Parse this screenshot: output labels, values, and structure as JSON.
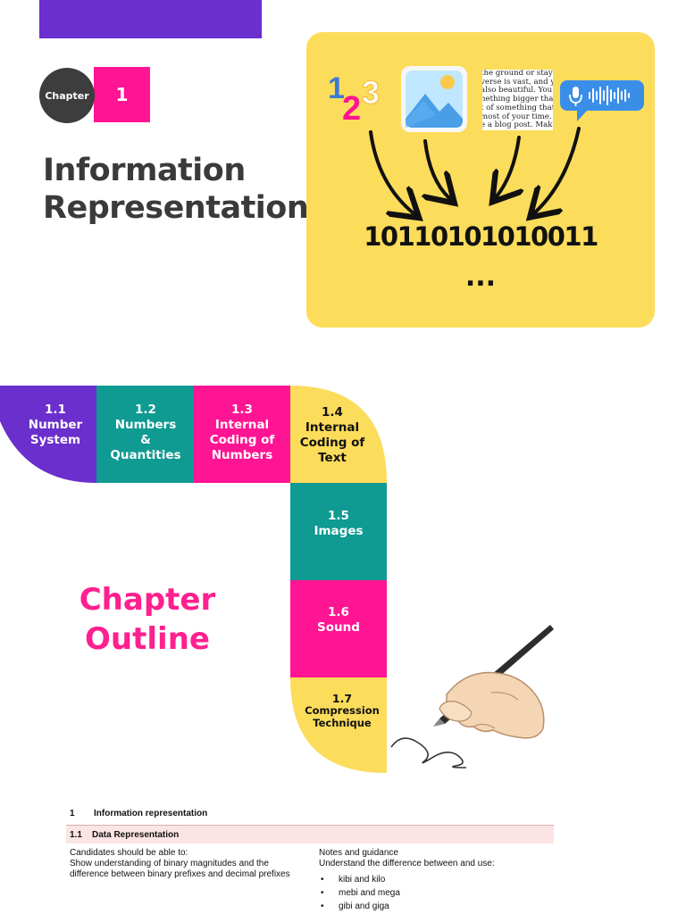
{
  "header": {
    "chapter_label": "Chapter",
    "chapter_number": "1",
    "title_line1": "Information",
    "title_line2": "Representation"
  },
  "illustration": {
    "number_digits": [
      "1",
      "2",
      "3"
    ],
    "text_snippet_lines": [
      "the ground or stays",
      "verse is vast, and you",
      "also beautiful. You a",
      "nething bigger than y",
      "t of something that m",
      "most of your time. Ta",
      "e a blog post. Make a"
    ],
    "binary": "10110101010011",
    "ellipsis": "...",
    "icons": [
      "numbers-icon",
      "image-icon",
      "text-snippet",
      "voice-message-icon",
      "arrow-icon"
    ]
  },
  "outline": {
    "title_line1": "Chapter",
    "title_line2": "Outline",
    "sections": [
      {
        "number": "1.1",
        "lines": [
          "Number",
          "System"
        ]
      },
      {
        "number": "1.2",
        "lines": [
          "Numbers",
          "&",
          "Quantities"
        ]
      },
      {
        "number": "1.3",
        "lines": [
          "Internal",
          "Coding of",
          "Numbers"
        ]
      },
      {
        "number": "1.4",
        "lines": [
          "Internal",
          "Coding of",
          "Text"
        ]
      },
      {
        "number": "1.5",
        "lines": [
          "Images"
        ]
      },
      {
        "number": "1.6",
        "lines": [
          "Sound"
        ]
      },
      {
        "number": "1.7",
        "lines": [
          "Compression",
          "Technique"
        ]
      }
    ],
    "colors": {
      "purple": "#6a2fcc",
      "teal": "#0f9a92",
      "pink": "#ff1493",
      "yellow": "#fcdc5b"
    }
  },
  "syllabus": {
    "heading_number": "1",
    "heading_text": "Information representation",
    "subheading_number": "1.1",
    "subheading_text": "Data Representation",
    "left_header": "Candidates should be able to:",
    "left_body": "Show understanding of binary magnitudes and the difference between binary prefixes and decimal prefixes",
    "right_header": "Notes and guidance",
    "right_body": "Understand the difference between and use:",
    "bullets": [
      "kibi and kilo",
      "mebi and mega",
      "gibi and giga"
    ]
  }
}
